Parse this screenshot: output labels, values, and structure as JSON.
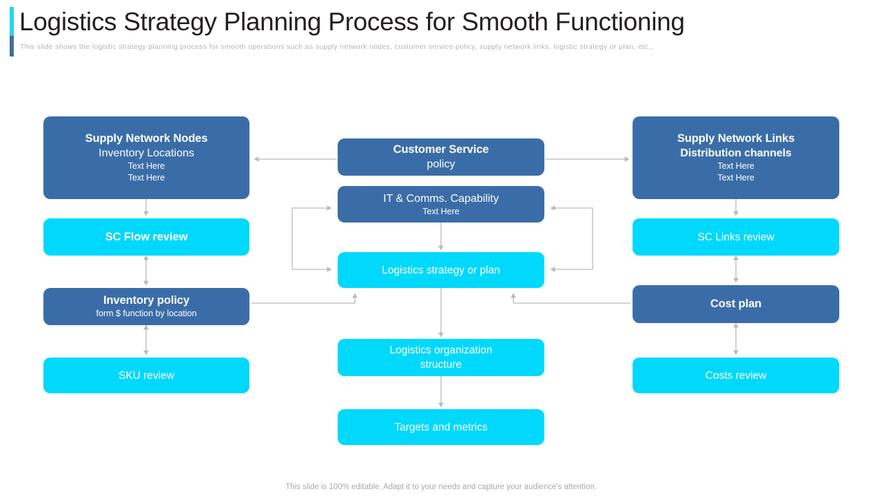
{
  "header": {
    "title": "Logistics Strategy Planning Process for Smooth Functioning",
    "subtitle": "This slide shows the logistic strategy planning process for smooth operations such as supply network nodes, customer service policy, supply network links, logistic strategy or plan, etc.,",
    "accent_top_color": "#2ad2f2",
    "accent_bottom_color": "#3f6f9e"
  },
  "colors": {
    "blue": "#3a6da8",
    "cyan": "#00d8fc",
    "connector": "#b9b9b9",
    "title_text": "#231f20",
    "subtitle_text": "#b4b4b4",
    "footer_text": "#a8a8a8"
  },
  "diagram": {
    "type": "flowchart",
    "left_column": [
      {
        "id": "supply-network-nodes",
        "style": "blue",
        "lines": [
          {
            "text": "Supply Network Nodes",
            "style": "t-head"
          },
          {
            "text": "Inventory Locations",
            "style": "t-sub-light"
          },
          {
            "text": "Text Here",
            "style": "t-small"
          },
          {
            "text": "Text Here",
            "style": "t-small"
          }
        ]
      },
      {
        "id": "sc-flow-review",
        "style": "cyan",
        "lines": [
          {
            "text": "SC Flow review",
            "style": "t-plain-bold"
          }
        ]
      },
      {
        "id": "inventory-policy",
        "style": "blue",
        "lines": [
          {
            "text": "Inventory policy",
            "style": "t-plain-bold"
          },
          {
            "text": "form $ function by location",
            "style": "t-small"
          }
        ]
      },
      {
        "id": "sku-review",
        "style": "cyan",
        "lines": [
          {
            "text": "SKU review",
            "style": "t-plain"
          }
        ]
      }
    ],
    "center_column": [
      {
        "id": "customer-service-policy",
        "style": "blue",
        "lines": [
          {
            "text": "Customer Service",
            "style": "t-head"
          },
          {
            "text": "policy",
            "style": "t-sub-light"
          }
        ]
      },
      {
        "id": "it-comms-capability",
        "style": "blue",
        "lines": [
          {
            "text": "IT & Comms. Capability",
            "style": "t-sub-light"
          },
          {
            "text": "Text Here",
            "style": "t-small"
          }
        ]
      },
      {
        "id": "logistics-strategy-or-plan",
        "style": "cyan",
        "lines": [
          {
            "text": "Logistics strategy or plan",
            "style": "t-plain"
          }
        ]
      },
      {
        "id": "logistics-organization-structure",
        "style": "cyan",
        "lines": [
          {
            "text": "Logistics organization",
            "style": "t-plain"
          },
          {
            "text": "structure",
            "style": "t-plain"
          }
        ]
      },
      {
        "id": "targets-and-metrics",
        "style": "cyan",
        "lines": [
          {
            "text": "Targets and metrics",
            "style": "t-plain"
          }
        ]
      }
    ],
    "right_column": [
      {
        "id": "supply-network-links",
        "style": "blue",
        "lines": [
          {
            "text": "Supply Network Links",
            "style": "t-head"
          },
          {
            "text": "Distribution channels",
            "style": "t-sub"
          },
          {
            "text": "Text Here",
            "style": "t-small"
          },
          {
            "text": "Text Here",
            "style": "t-small"
          }
        ]
      },
      {
        "id": "sc-links-review",
        "style": "cyan",
        "lines": [
          {
            "text": "SC Links review",
            "style": "t-plain"
          }
        ]
      },
      {
        "id": "cost-plan",
        "style": "blue",
        "lines": [
          {
            "text": "Cost plan",
            "style": "t-plain-bold"
          }
        ]
      },
      {
        "id": "costs-review",
        "style": "cyan",
        "lines": [
          {
            "text": "Costs review",
            "style": "t-plain"
          }
        ]
      }
    ]
  },
  "footer": {
    "note": "This slide is 100% editable. Adapt it to your needs and capture your audience's attention."
  }
}
